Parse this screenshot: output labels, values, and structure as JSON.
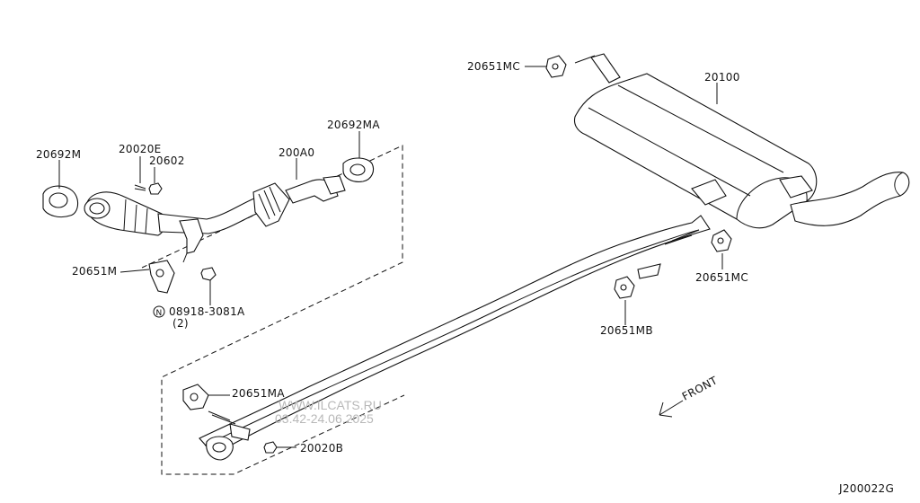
{
  "diagram": {
    "labels": {
      "p20692M": "20692M",
      "p20020E": "20020E",
      "p20602": "20602",
      "p200A0": "200A0",
      "p20692MA": "20692MA",
      "p20651MC_top": "20651MC",
      "p20100": "20100",
      "p20651M": "20651M",
      "p08918": "08918-3081A",
      "p08918_qty": "(2)",
      "p08918_prefix": "N",
      "p20651MC_right": "20651MC",
      "p20651MB": "20651MB",
      "p20651MA": "20651MA",
      "p20020B": "20020B",
      "front": "FRONT",
      "code": "J200022G"
    },
    "watermark": {
      "line1": "WWW.ILCATS.RU",
      "line2": "03.42-24.06.2025"
    }
  }
}
